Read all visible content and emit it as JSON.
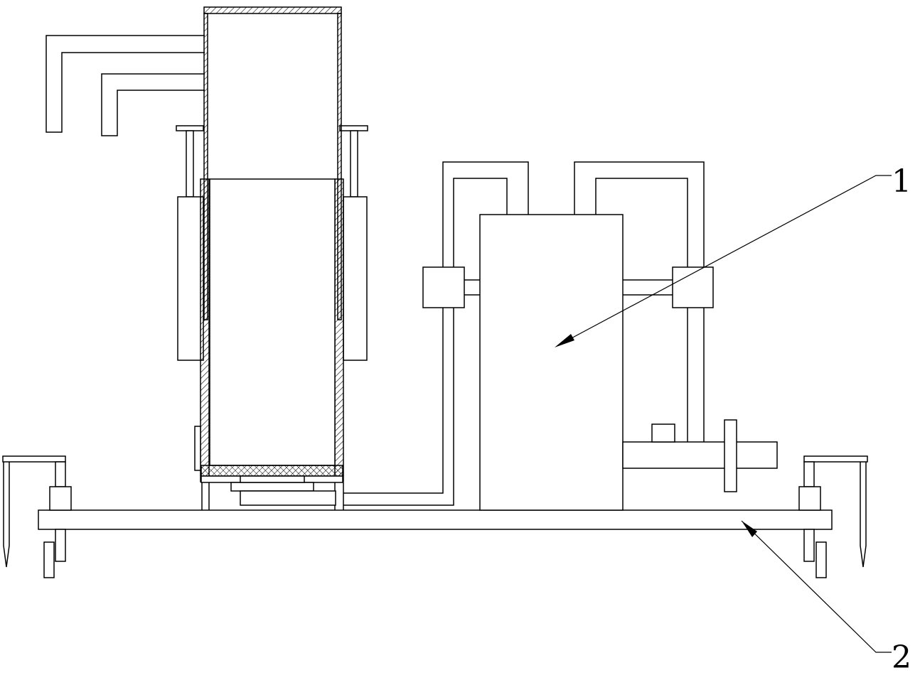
{
  "diagram": {
    "callouts": [
      {
        "id": "1",
        "label": "1"
      },
      {
        "id": "2",
        "label": "2"
      }
    ],
    "colors": {
      "stroke": "#000000",
      "background": "#ffffff"
    }
  }
}
